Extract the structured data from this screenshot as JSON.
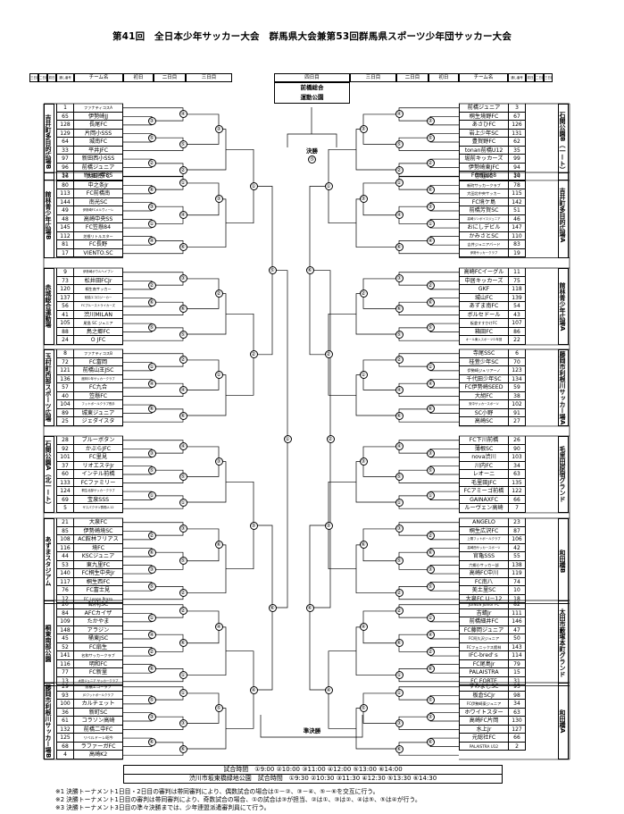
{
  "title": "第41回　全日本少年サッカー大会　群馬県大会兼第53回群馬県スポーツ少年団サッカー大会",
  "header": {
    "left": [
      "三日目",
      "二日目",
      "初日",
      "通し番号",
      "チーム名",
      "初日",
      "二日目",
      "三日目"
    ],
    "center": "四日目",
    "right": [
      "三日目",
      "二日目",
      "初日",
      "チーム名",
      "通し番号",
      "初日",
      "二日目",
      "三日目"
    ]
  },
  "center_venue": [
    "前橋総合",
    "運動公園"
  ],
  "venues_left": [
    {
      "name": "吉井町多目的広場B"
    },
    {
      "name": "館林青少年広場B"
    },
    {
      "name": "赤城総合運動場"
    },
    {
      "name": "玉村町西部スポーツ広場"
    },
    {
      "name": "石関公園A（北一ート）"
    },
    {
      "name": "あずまスタジアム"
    },
    {
      "name": "桐東南部公園"
    },
    {
      "name": "藤岡市利根川サッカー場B"
    }
  ],
  "venues_right": [
    {
      "name": "石関公園B（一ート）"
    },
    {
      "name": "吉井町多目的広場A"
    },
    {
      "name": "館林青少年広場A"
    },
    {
      "name": "藤岡市利根川サッカー場A"
    },
    {
      "name": "毛里田原宿グランド"
    },
    {
      "name": "和田橋B"
    },
    {
      "name": "太田市藪塚本町グランド"
    },
    {
      "name": "和田橋A"
    }
  ],
  "teams_left": [
    {
      "no": "1",
      "name": "ファナティコスA",
      "s": 1
    },
    {
      "no": "65",
      "name": "伊勢崎JJ"
    },
    {
      "no": "128",
      "name": "長尾FC"
    },
    {
      "no": "129",
      "name": "片岡小SSS"
    },
    {
      "no": "64",
      "name": "城南FC"
    },
    {
      "no": "33",
      "name": "平井JFC"
    },
    {
      "no": "97",
      "name": "新田西小SSS"
    },
    {
      "no": "96",
      "name": "前橋ジュニア"
    },
    {
      "no": "32",
      "name": "新田少年SS"
    },
    {
      "no": "16",
      "name": "太田南FC"
    },
    {
      "no": "80",
      "name": "中之条Jr"
    },
    {
      "no": "113",
      "name": "FC前橋南"
    },
    {
      "no": "144",
      "name": "南光SC"
    },
    {
      "no": "49",
      "name": "伊勢崎FCメルヴィーレ",
      "s": 2
    },
    {
      "no": "48",
      "name": "高崎中央SS"
    },
    {
      "no": "145",
      "name": "FC笠懸84"
    },
    {
      "no": "112",
      "name": "芝根リトルスター",
      "s": 1
    },
    {
      "no": "81",
      "name": "FC長野"
    },
    {
      "no": "17",
      "name": "VIENTO.SC"
    },
    {
      "no": "9",
      "name": "伊勢崎ボウルヘイブン",
      "s": 2
    },
    {
      "no": "73",
      "name": "松井田FCJr"
    },
    {
      "no": "120",
      "name": "桐生南サッカー",
      "s": 1
    },
    {
      "no": "137",
      "name": "前橋エコロジーカー",
      "s": 2
    },
    {
      "no": "56",
      "name": "FCプルーストライカーズ",
      "s": 2
    },
    {
      "no": "41",
      "name": "渋川MILAN"
    },
    {
      "no": "105",
      "name": "尾島 SC ジュニア",
      "s": 1
    },
    {
      "no": "88",
      "name": "鳥之郷FC"
    },
    {
      "no": "24",
      "name": "O JFC"
    },
    {
      "no": "8",
      "name": "ファナティコスB",
      "s": 1
    },
    {
      "no": "72",
      "name": "FC富岡"
    },
    {
      "no": "121",
      "name": "前橋山王JSC"
    },
    {
      "no": "136",
      "name": "館林少年サッカークラブ",
      "s": 2
    },
    {
      "no": "57",
      "name": "FC九合"
    },
    {
      "no": "40",
      "name": "笠懸FC"
    },
    {
      "no": "104",
      "name": "フットボールクラブ長手",
      "s": 2
    },
    {
      "no": "89",
      "name": "城東ジュニア"
    },
    {
      "no": "25",
      "name": "ジェダイスタ"
    },
    {
      "no": "28",
      "name": "ブルーボタン"
    },
    {
      "no": "92",
      "name": "かぶらJFC"
    },
    {
      "no": "101",
      "name": "FC里見"
    },
    {
      "no": "37",
      "name": "リオエステJr"
    },
    {
      "no": "60",
      "name": "インテル前橋"
    },
    {
      "no": "133",
      "name": "FCファミリー"
    },
    {
      "no": "124",
      "name": "桐生北部サッカークラブ",
      "s": 2
    },
    {
      "no": "69",
      "name": "宝泉SSS"
    },
    {
      "no": "5",
      "name": "ザスパクサツ群馬U-12",
      "s": 2
    },
    {
      "no": "21",
      "name": "大泉FC"
    },
    {
      "no": "85",
      "name": "伊勢崎境SC"
    },
    {
      "no": "108",
      "name": "AC館林フリアス"
    },
    {
      "no": "116",
      "name": "境FC"
    },
    {
      "no": "44",
      "name": "KSCジュニア"
    },
    {
      "no": "53",
      "name": "東九里FC"
    },
    {
      "no": "140",
      "name": "FC桐生中央Jr"
    },
    {
      "no": "117",
      "name": "桐生西FC"
    },
    {
      "no": "76",
      "name": "FC富士見"
    },
    {
      "no": "12",
      "name": "FC Longo Prazo",
      "s": 1
    },
    {
      "no": "20",
      "name": "鮎林JSC"
    },
    {
      "no": "84",
      "name": "AFCカイザ"
    },
    {
      "no": "109",
      "name": "たかやま"
    },
    {
      "no": "148",
      "name": "アラジン"
    },
    {
      "no": "45",
      "name": "桶東JSC"
    },
    {
      "no": "52",
      "name": "FC扇生"
    },
    {
      "no": "141",
      "name": "名和サッカークラブ",
      "s": 1
    },
    {
      "no": "116",
      "name": "明和FC"
    },
    {
      "no": "77",
      "name": "FC新里"
    },
    {
      "no": "13",
      "name": "太田ジュニア サッカークラブ",
      "s": 2
    },
    {
      "no": "29",
      "name": "前橋エコーラブ",
      "s": 1
    },
    {
      "no": "93",
      "name": "JOフットボールクラブ",
      "s": 2
    },
    {
      "no": "100",
      "name": "カルチェット"
    },
    {
      "no": "36",
      "name": "新町SC"
    },
    {
      "no": "61",
      "name": "コラソン高崎"
    },
    {
      "no": "132",
      "name": "前橋二中FC"
    },
    {
      "no": "125",
      "name": "リベルドーレ昭今",
      "s": 1
    },
    {
      "no": "68",
      "name": "ラファーガFC"
    },
    {
      "no": "4",
      "name": "高崎K2"
    }
  ],
  "teams_right": [
    {
      "no": "3",
      "name": "前橋ジュニア"
    },
    {
      "no": "67",
      "name": "桐生境野FC"
    },
    {
      "no": "126",
      "name": "あさひFC"
    },
    {
      "no": "131",
      "name": "岩上少年SC"
    },
    {
      "no": "62",
      "name": "豊賀野FC"
    },
    {
      "no": "35",
      "name": "tonan前橋U12"
    },
    {
      "no": "99",
      "name": "堀前キッカーズ"
    },
    {
      "no": "94",
      "name": "伊勢崎東JFC"
    },
    {
      "no": "30",
      "name": "FC新田88"
    },
    {
      "no": "14",
      "name": "赤堀SC"
    },
    {
      "no": "78",
      "name": "新町サッカークラブ",
      "s": 1
    },
    {
      "no": "115",
      "name": "大田北中央サッカー",
      "s": 1
    },
    {
      "no": "142",
      "name": "FC境ケ島"
    },
    {
      "no": "51",
      "name": "前橋芳賀SC"
    },
    {
      "no": "46",
      "name": "高崎ジンボイスジュニア",
      "s": 2
    },
    {
      "no": "147",
      "name": "おにしデビル"
    },
    {
      "no": "110",
      "name": "かみさとSC"
    },
    {
      "no": "83",
      "name": "吉井ジュニアバード",
      "s": 1
    },
    {
      "no": "19",
      "name": "伊勢サッカークラブ",
      "s": 2
    },
    {
      "no": "11",
      "name": "高崎FCイーグル"
    },
    {
      "no": "75",
      "name": "中居キッカーズ"
    },
    {
      "no": "118",
      "name": "GKF"
    },
    {
      "no": "139",
      "name": "城山FC"
    },
    {
      "no": "54",
      "name": "あずま南FC"
    },
    {
      "no": "43",
      "name": "ボルセドール"
    },
    {
      "no": "107",
      "name": "板倉すすかけFC",
      "s": 1
    },
    {
      "no": "86",
      "name": "箱田FC"
    },
    {
      "no": "22",
      "name": "オール東入スポーツ少年団",
      "s": 2
    },
    {
      "no": "6",
      "name": "寺尾SSC"
    },
    {
      "no": "70",
      "name": "桂萱少年SC"
    },
    {
      "no": "123",
      "name": "伊勢崎ジュリアーノ",
      "s": 1
    },
    {
      "no": "134",
      "name": "千代田少年SC"
    },
    {
      "no": "59",
      "name": "FC伊勢崎SEED"
    },
    {
      "no": "38",
      "name": "大胡FC"
    },
    {
      "no": "102",
      "name": "安中サッカースポーツ",
      "s": 2
    },
    {
      "no": "91",
      "name": "SC小野"
    },
    {
      "no": "27",
      "name": "高崎SC"
    },
    {
      "no": "26",
      "name": "FC下川前橋"
    },
    {
      "no": "90",
      "name": "薄根SC"
    },
    {
      "no": "103",
      "name": "nova渋川"
    },
    {
      "no": "34",
      "name": "川内FC"
    },
    {
      "no": "63",
      "name": "レオーニ"
    },
    {
      "no": "135",
      "name": "毛里田JFC"
    },
    {
      "no": "122",
      "name": "FCアミーゴ前橋"
    },
    {
      "no": "66",
      "name": "GAINAXFC"
    },
    {
      "no": "7",
      "name": "ルーヴェン高崎"
    },
    {
      "no": "23",
      "name": "ANGELO"
    },
    {
      "no": "87",
      "name": "桐生広沢FC"
    },
    {
      "no": "106",
      "name": "上陽フットボールクラブ",
      "s": 2
    },
    {
      "no": "42",
      "name": "高崎西サッカースポーツ",
      "s": 2
    },
    {
      "no": "55",
      "name": "官亀SSS"
    },
    {
      "no": "138",
      "name": "六郷小サッカー部",
      "s": 1
    },
    {
      "no": "119",
      "name": "高崎FC中川"
    },
    {
      "no": "74",
      "name": "FC南八"
    },
    {
      "no": "10",
      "name": "美土里SC"
    },
    {
      "no": "18",
      "name": "大泉FC U－12"
    },
    {
      "no": "82",
      "name": "JOINUS Junior FC",
      "s": 1
    },
    {
      "no": "111",
      "name": "吉蜻Jr"
    },
    {
      "no": "146",
      "name": "前橋細井FC"
    },
    {
      "no": "47",
      "name": "FC藤岡ジュニア"
    },
    {
      "no": "50",
      "name": "FC阿久沢ジュニア",
      "s": 1
    },
    {
      "no": "143",
      "name": "FCフェニックス館林",
      "s": 1
    },
    {
      "no": "114",
      "name": "IFC-bred'ｓ"
    },
    {
      "no": "79",
      "name": "FC尾島Jr"
    },
    {
      "no": "15",
      "name": "PALAISTRA"
    },
    {
      "no": "31",
      "name": "FC FORTE"
    },
    {
      "no": "95",
      "name": "すみよしSC"
    },
    {
      "no": "98",
      "name": "板倉SCJr"
    },
    {
      "no": "34",
      "name": "FC伊勢崎東ジュニア",
      "s": 1
    },
    {
      "no": "63",
      "name": "ホワイトスター"
    },
    {
      "no": "130",
      "name": "高崎FC片岡"
    },
    {
      "no": "127",
      "name": "水上Jr"
    },
    {
      "no": "66",
      "name": "元総社FC"
    },
    {
      "no": "2",
      "name": "PALAISTRA U12",
      "s": 1
    }
  ],
  "bracket_labels": {
    "final": "決勝",
    "semi": "準決勝"
  },
  "schedule": [
    "試合時間　①9:00 ②10:00 ③11:00 ④12:00 ⑤13:00 ⑥14:00",
    "渋川市坂東橋緑地公園　試合時間　①9:30 ②10:30 ③11:30 ④12:30 ⑤13:30 ⑥14:30"
  ],
  "notes": [
    "※1 決勝トーナメント1日目・2日目の審判は帯同審判により、偶数試合の場合は①－②、③－④、⑤－⑥を交互に行う。",
    "※2 決勝トーナメント1日目の審判は帯同審判により、奇数試合の場合、①の試合は③が担当、②は①、③は②、④は⑤、⑤は④が行う。",
    "※3 決勝トーナメント3日目の準々決勝までは、少年連盟派遣審判員にて行う。"
  ]
}
